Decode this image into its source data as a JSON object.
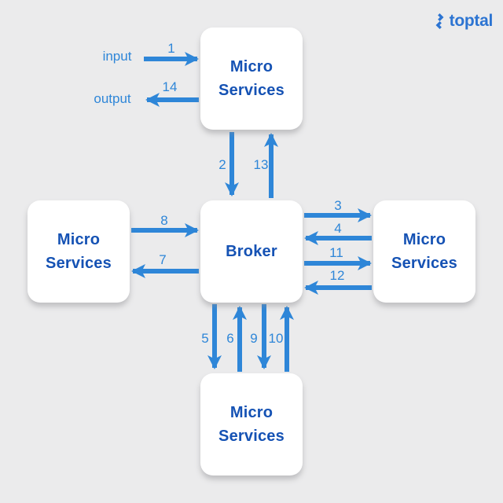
{
  "brand": {
    "logo_text": "toptal",
    "logo_color": "#2c74d2"
  },
  "colors": {
    "background": "#ebebec",
    "arrow": "#2e86d8",
    "node_text": "#1552b4",
    "node_background": "#ffffff"
  },
  "nodes": {
    "top": {
      "label": "Micro Services"
    },
    "left": {
      "label": "Micro Services"
    },
    "center": {
      "label": "Broker"
    },
    "right": {
      "label": "Micro Services"
    },
    "bottom": {
      "label": "Micro Services"
    }
  },
  "io_labels": {
    "input": "input",
    "output": "output"
  },
  "arrows": [
    {
      "label": "1",
      "from": "input",
      "to": "top-microservices",
      "direction": "right"
    },
    {
      "label": "2",
      "from": "top-microservices",
      "to": "broker",
      "direction": "down"
    },
    {
      "label": "3",
      "from": "broker",
      "to": "right-microservices",
      "direction": "right"
    },
    {
      "label": "4",
      "from": "right-microservices",
      "to": "broker",
      "direction": "left"
    },
    {
      "label": "5",
      "from": "broker",
      "to": "bottom-microservices",
      "direction": "down"
    },
    {
      "label": "6",
      "from": "bottom-microservices",
      "to": "broker",
      "direction": "up"
    },
    {
      "label": "7",
      "from": "broker",
      "to": "left-microservices",
      "direction": "left"
    },
    {
      "label": "8",
      "from": "left-microservices",
      "to": "broker",
      "direction": "right"
    },
    {
      "label": "9",
      "from": "broker",
      "to": "bottom-microservices",
      "direction": "down"
    },
    {
      "label": "10",
      "from": "bottom-microservices",
      "to": "broker",
      "direction": "up"
    },
    {
      "label": "11",
      "from": "broker",
      "to": "right-microservices",
      "direction": "right"
    },
    {
      "label": "12",
      "from": "right-microservices",
      "to": "broker",
      "direction": "left"
    },
    {
      "label": "13",
      "from": "broker",
      "to": "top-microservices",
      "direction": "up"
    },
    {
      "label": "14",
      "from": "top-microservices",
      "to": "output",
      "direction": "left"
    }
  ]
}
